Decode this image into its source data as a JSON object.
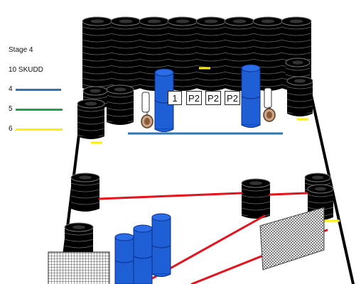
{
  "legend": {
    "stage_label": "Stage 4",
    "shots_label": "10 SKUDD",
    "items": [
      {
        "label": "4",
        "color": "#2e75b6"
      },
      {
        "label": "5",
        "color": "#1fa34a"
      },
      {
        "label": "6",
        "color": "#ffef00"
      }
    ]
  },
  "targets": {
    "left_partial_label": "1",
    "p_labels": [
      "P2",
      "P2",
      "P2"
    ]
  },
  "colors": {
    "tire": "#000000",
    "barrel": "#1f5fd6",
    "barrel_stroke": "#0b2f8a",
    "fault_line": "#e8121c",
    "boundary": "#000000"
  }
}
